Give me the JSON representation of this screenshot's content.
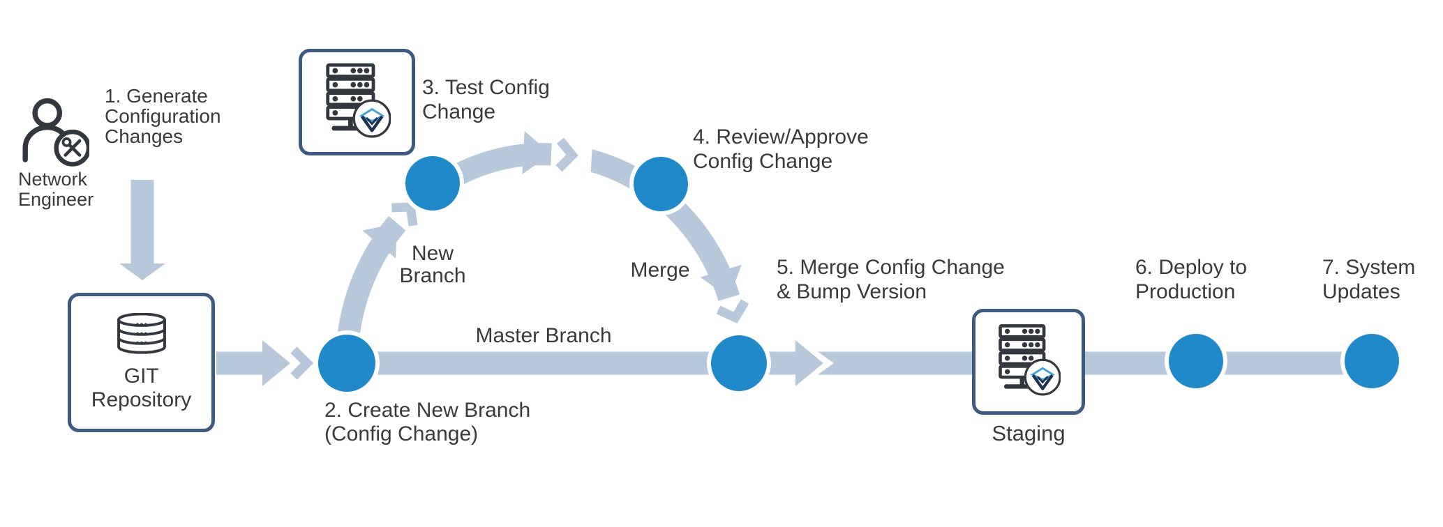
{
  "colors": {
    "band": "#b6c8da",
    "node": "#2089ca",
    "border": "#3d5a80",
    "icon": "#33373e",
    "text": "#3a3a3a",
    "logo_blue": "#3f9fd8",
    "logo_navy": "#1e3150"
  },
  "actor": {
    "name": "Network Engineer",
    "lines": [
      "Network",
      "Engineer"
    ]
  },
  "steps": [
    {
      "lines": [
        "1. Generate",
        "Configuration",
        "Changes"
      ]
    },
    {
      "lines": [
        "2. Create New Branch",
        "(Config Change)"
      ]
    },
    {
      "lines": [
        "3. Test Config",
        "Change"
      ]
    },
    {
      "lines": [
        "4. Review/Approve",
        "Config Change"
      ]
    },
    {
      "lines": [
        "5. Merge Config Change",
        "& Bump Version"
      ]
    },
    {
      "lines": [
        "6. Deploy to",
        "Production"
      ]
    },
    {
      "lines": [
        "7. System",
        "Updates"
      ]
    }
  ],
  "labels": {
    "git": [
      "GIT",
      "Repository"
    ],
    "staging": "Staging",
    "master_branch": "Master Branch",
    "new_branch": [
      "New",
      "Branch"
    ],
    "merge": "Merge"
  }
}
